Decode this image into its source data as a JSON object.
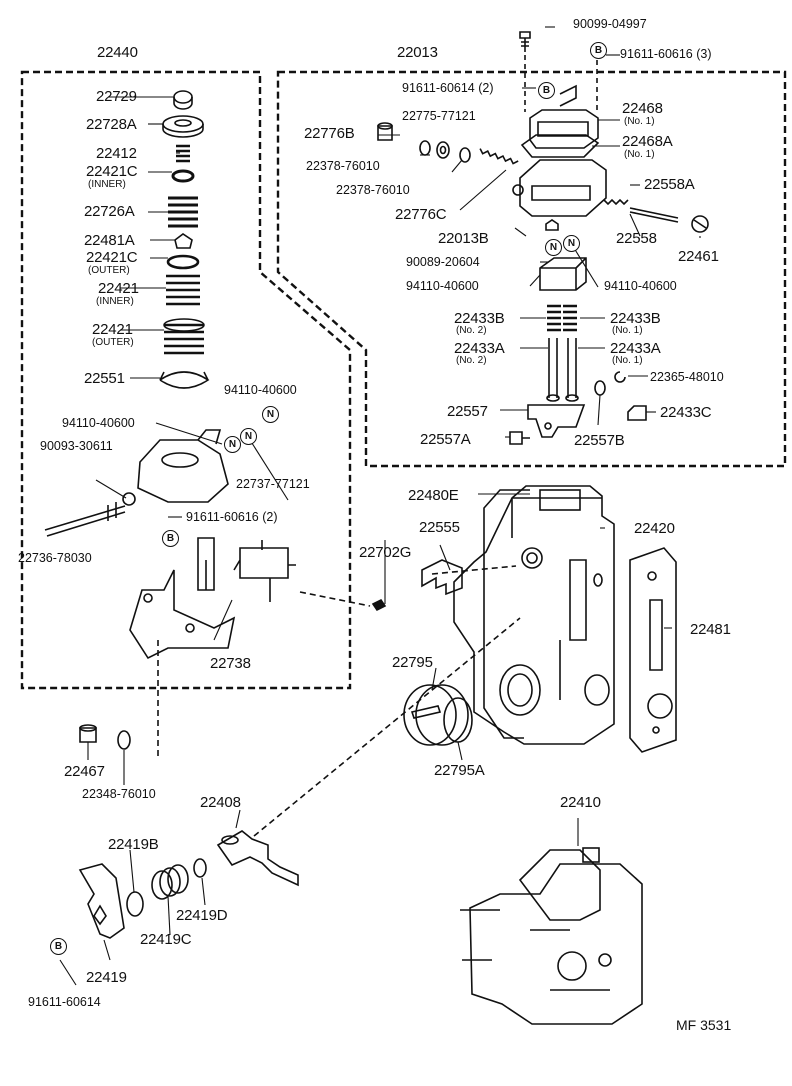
{
  "groups": {
    "g22440": "22440",
    "g22013": "22013"
  },
  "left_parts": {
    "p22729": "22729",
    "p22728A": "22728A",
    "p22412": "22412",
    "p22421C_inner": "22421C",
    "inner1": "(INNER)",
    "p22726A": "22726A",
    "p22481A": "22481A",
    "p22421C_outer": "22421C",
    "outer1": "(OUTER)",
    "p22421_inner": "22421",
    "inner2": "(INNER)",
    "p22421_outer": "22421",
    "outer2": "(OUTER)",
    "p22551": "22551",
    "p94110_a": "94110-40600",
    "p94110_b": "94110-40600",
    "p90093": "90093-30611",
    "p22737": "22737-77121",
    "p22736": "22736-78030",
    "p91611_2": "91611-60616 (2)",
    "p22738": "22738",
    "p22702G": "22702G"
  },
  "right_parts": {
    "p90099": "90099-04997",
    "p91611_3": "91611-60616 (3)",
    "p91611_60614_2": "91611-60614 (2)",
    "p22775": "22775-77121",
    "p22468": "22468",
    "no1a": "(No. 1)",
    "p22468A": "22468A",
    "no1b": "(No. 1)",
    "p22776B": "22776B",
    "p22378_a": "22378-76010",
    "p22378_b": "22378-76010",
    "p22558A": "22558A",
    "p22776C": "22776C",
    "p22013B": "22013B",
    "p22558": "22558",
    "p22461": "22461",
    "p90089": "90089-20604",
    "p94110_c": "94110-40600",
    "p94110_d": "94110-40600",
    "p22433B_2": "22433B",
    "no2a": "(No. 2)",
    "p22433B_1": "22433B",
    "no1c": "(No. 1)",
    "p22433A_2": "22433A",
    "no2b": "(No. 2)",
    "p22433A_1": "22433A",
    "no1d": "(No. 1)",
    "p22365": "22365-48010",
    "p22557": "22557",
    "p22433C": "22433C",
    "p22557A": "22557A",
    "p22557B": "22557B"
  },
  "lower_parts": {
    "p22480E": "22480E",
    "p22555": "22555",
    "p22420": "22420",
    "p22481": "22481",
    "p22795": "22795",
    "p22795A": "22795A",
    "p22467": "22467",
    "p22348": "22348-76010",
    "p22408": "22408",
    "p22419B": "22419B",
    "p22419D": "22419D",
    "p22419C": "22419C",
    "p22419": "22419",
    "p91611_60614": "91611-60614",
    "p22410": "22410"
  },
  "badges": {
    "B": "B",
    "N": "N"
  },
  "footer": {
    "code": "MF  3531"
  }
}
